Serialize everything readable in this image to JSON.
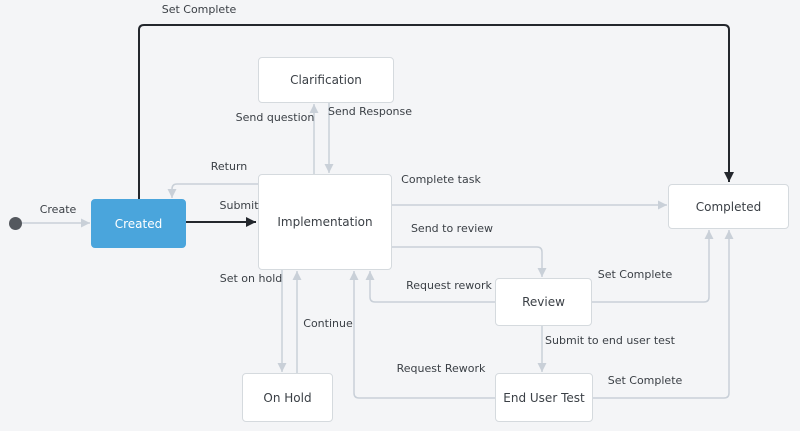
{
  "colors": {
    "background": "#f4f5f7",
    "edge": "#c9d0d8",
    "edge_highlight": "#23272d",
    "node_border": "#d5dade",
    "node_fill": "#ffffff",
    "accent_state_fill": "#4aa5dc",
    "text": "#3b4046",
    "initial_dot": "#54585e"
  },
  "nodes": {
    "created": {
      "label": "Created"
    },
    "clarification": {
      "label": "Clarification"
    },
    "implementation": {
      "label": "Implementation"
    },
    "completed": {
      "label": "Completed"
    },
    "review": {
      "label": "Review"
    },
    "end_user_test": {
      "label": "End User Test"
    },
    "on_hold": {
      "label": "On Hold"
    }
  },
  "edges": {
    "create": {
      "label": "Create"
    },
    "submit": {
      "label": "Submit"
    },
    "set_complete_created": {
      "label": "Set Complete"
    },
    "return": {
      "label": "Return"
    },
    "send_question": {
      "label": "Send question"
    },
    "send_response": {
      "label": "Send Response"
    },
    "complete_task": {
      "label": "Complete task"
    },
    "send_to_review": {
      "label": "Send to review"
    },
    "request_rework_review": {
      "label": "Request rework"
    },
    "set_complete_review": {
      "label": "Set Complete"
    },
    "submit_to_end_user_test": {
      "label": "Submit to end user test"
    },
    "request_rework_end_user_test": {
      "label": "Request Rework"
    },
    "set_complete_end_user_test": {
      "label": "Set Complete"
    },
    "set_on_hold": {
      "label": "Set on hold"
    },
    "continue": {
      "label": "Continue"
    }
  }
}
